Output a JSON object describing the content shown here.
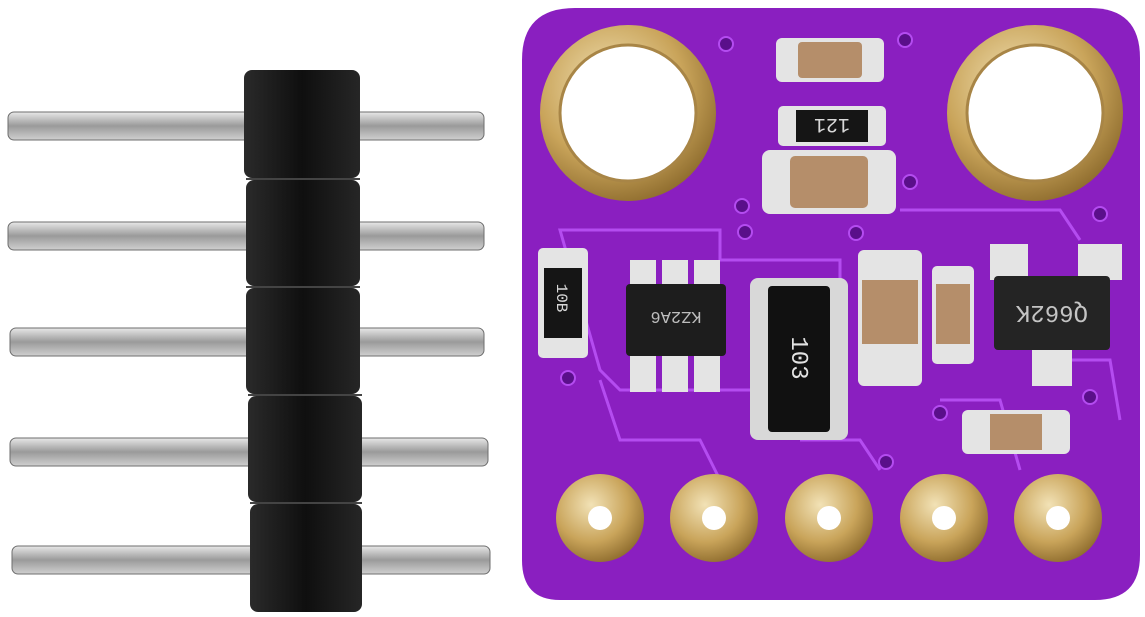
{
  "labels": {
    "resistor_left": "10B",
    "resistor_top": "121",
    "chip_left": "KZ2A6",
    "resistor_array": "103",
    "chip_right": "Q662K"
  },
  "colors": {
    "background": "#ffffff",
    "pcb_purple": "#8a1fc0",
    "pcb_dark": "#5a0f8a",
    "gold": "#c9a45a",
    "header_black": "#161616",
    "pin_silver": "#b8b8b8"
  },
  "counts": {
    "header_pins": 5,
    "board_pads": 5,
    "mounting_holes": 2
  }
}
